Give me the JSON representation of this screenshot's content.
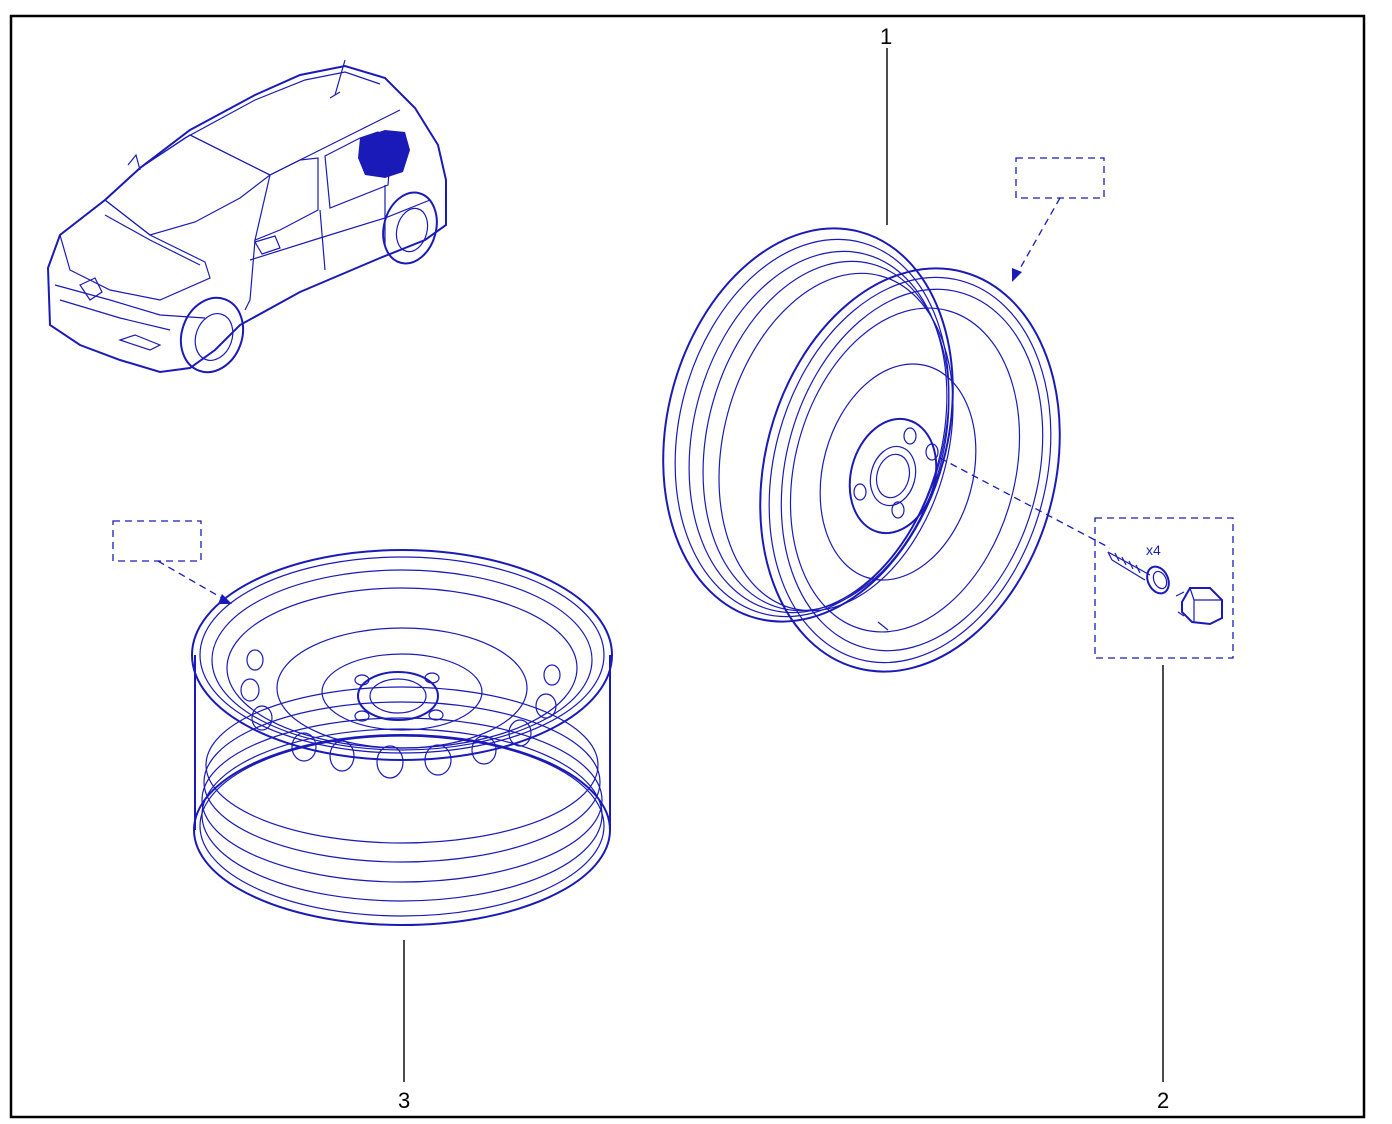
{
  "callouts": {
    "item_1": "1",
    "item_2": "2",
    "item_3": "3"
  },
  "quantity_label": "x4",
  "colors": {
    "line": "#1a1ab8",
    "frame": "#000000",
    "background": "#ffffff"
  },
  "icons": [
    "car-icon",
    "spare-wheel-icon",
    "steel-wheel-icon",
    "wheel-bolt-icon",
    "wheel-nut-icon"
  ]
}
